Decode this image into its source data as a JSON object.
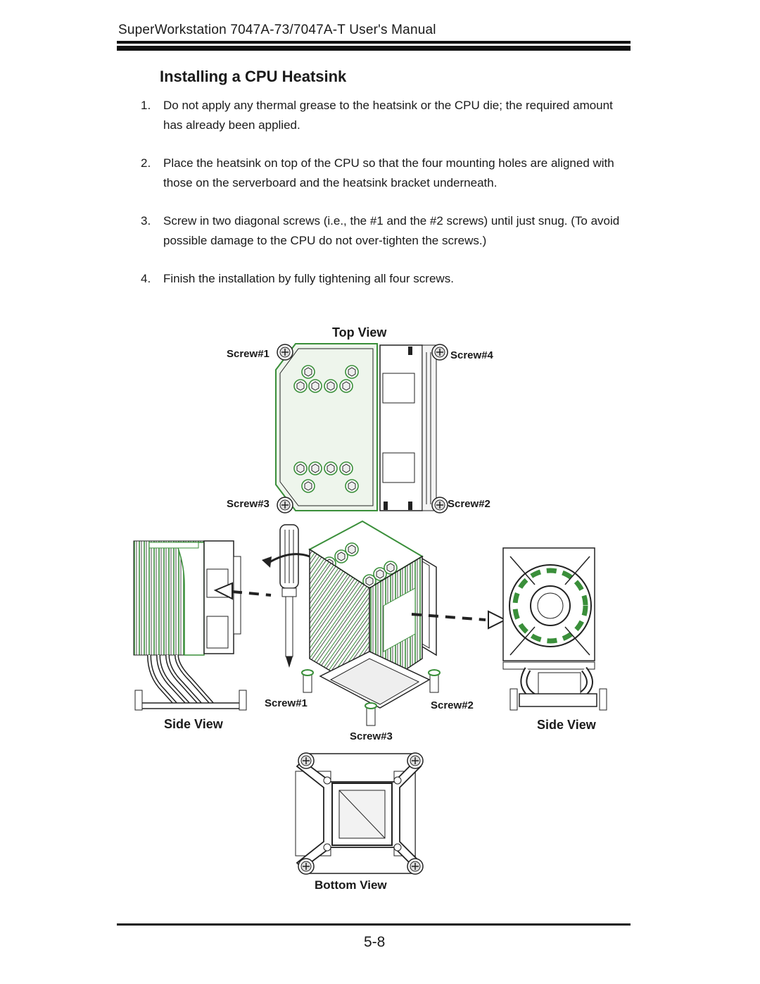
{
  "header": {
    "title": "SuperWorkstation 7047A-73/7047A-T User's Manual"
  },
  "section": {
    "title": "Installing a CPU Heatsink"
  },
  "steps": [
    {
      "num": "1.",
      "text": "Do not apply any thermal grease to the heatsink or the CPU die; the required amount has already been applied."
    },
    {
      "num": "2.",
      "text": "Place the heatsink on top of the CPU so that the four mounting holes are aligned with those on the serverboard and the heatsink bracket underneath."
    },
    {
      "num": "3.",
      "text": "Screw in two diagonal screws (i.e., the #1 and the #2 screws) until just snug. (To avoid possible damage to the CPU do not over-tighten the screws.)"
    },
    {
      "num": "4.",
      "text": "Finish the installation by fully tightening all four screws."
    }
  ],
  "figure": {
    "top_view": {
      "title": "Top View",
      "screw1": "Screw#1",
      "screw2": "Screw#2",
      "screw3": "Screw#3",
      "screw4": "Screw#4"
    },
    "middle": {
      "screw1": "Screw#1",
      "screw2": "Screw#2",
      "screw3": "Screw#3"
    },
    "side_view_left": "Side View",
    "side_view_right": "Side View",
    "bottom_view": "Bottom View",
    "accent_color": "#3a8f3a"
  },
  "footer": {
    "page_number": "5-8"
  }
}
